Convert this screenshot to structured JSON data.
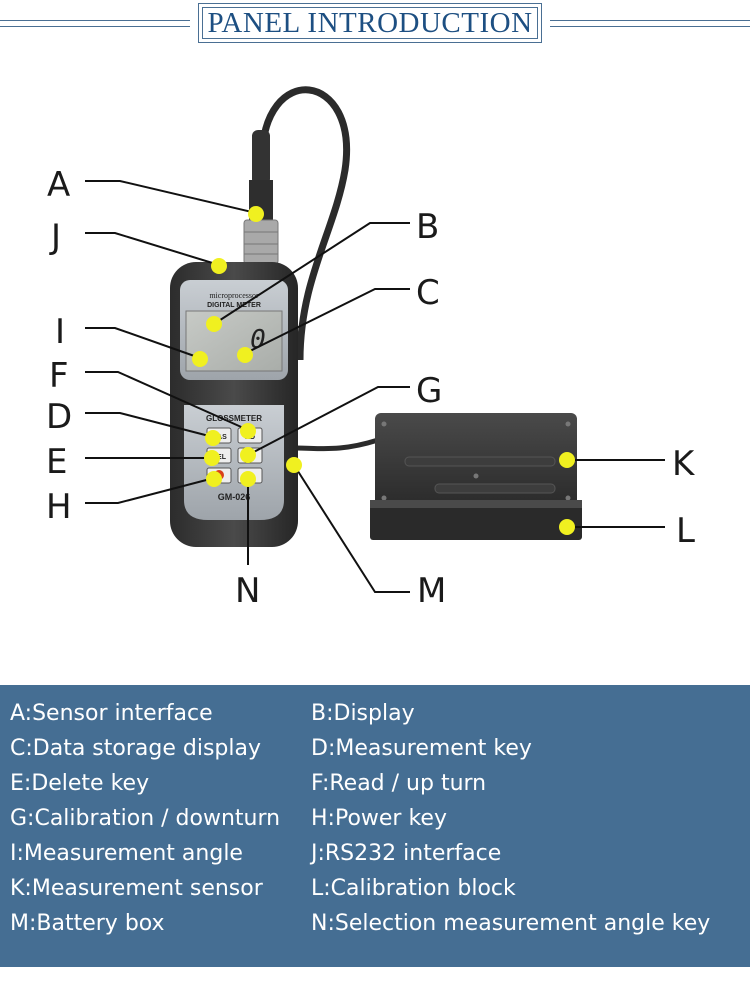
{
  "header": {
    "title": "PANEL INTRODUCTION"
  },
  "device": {
    "brand_line1": "microprocessor",
    "brand_line2": "DIGITAL METER",
    "display_reading": "0",
    "model_name": "GLOSSMETER",
    "model_number": "GM-026",
    "key_mas": "MAS",
    "key_del": "DEL",
    "key_rd": "RD"
  },
  "callouts": {
    "A": "A",
    "B": "B",
    "C": "C",
    "D": "D",
    "E": "E",
    "F": "F",
    "G": "G",
    "H": "H",
    "I": "I",
    "J": "J",
    "K": "K",
    "L": "L",
    "M": "M",
    "N": "N"
  },
  "legend": {
    "A": "A:Sensor interface",
    "B": "B:Display",
    "C": "C:Data storage display",
    "D": "D:Measurement key",
    "E": "E:Delete key",
    "F": "F:Read / up turn",
    "G": "G:Calibration / downturn",
    "H": "H:Power key",
    "I": "I:Measurement angle",
    "J": "J:RS232 interface",
    "K": "K:Measurement sensor",
    "L": "L:Calibration block",
    "M": "M:Battery box",
    "N": "N:Selection measurement angle key"
  },
  "colors": {
    "marker": "#f0f020",
    "legend_bg": "#456e93",
    "title": "#1d4f82"
  }
}
